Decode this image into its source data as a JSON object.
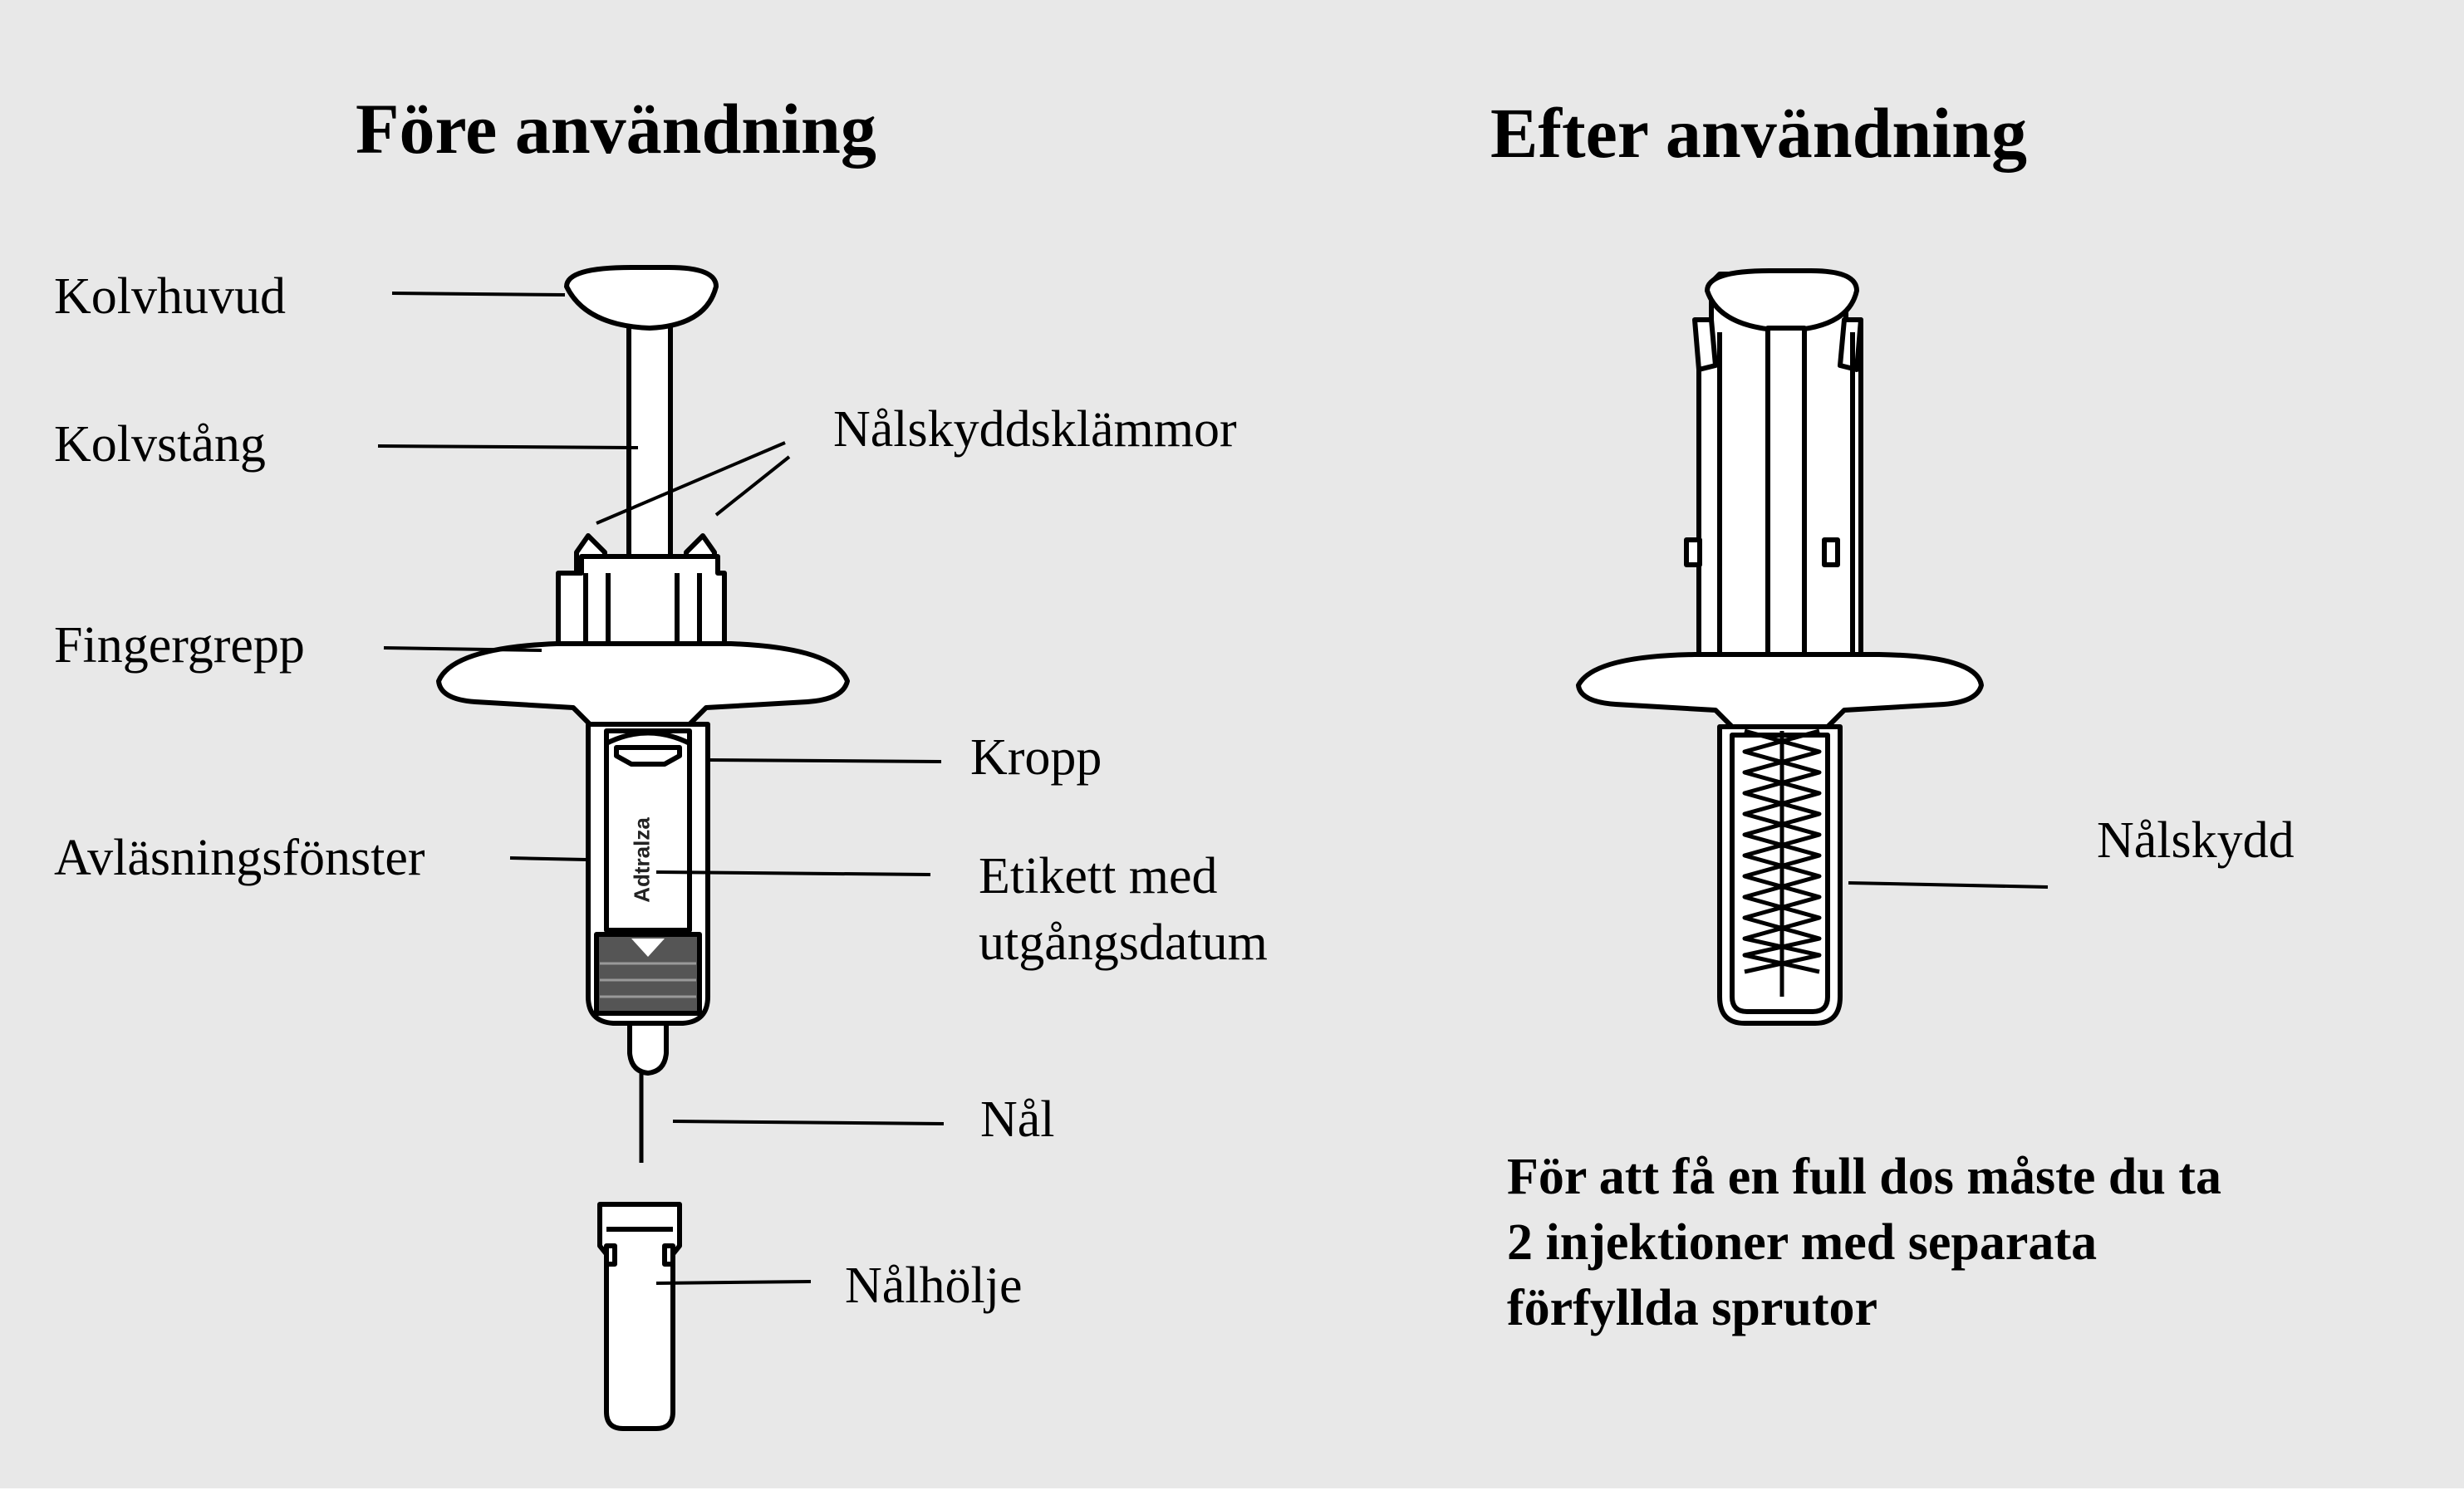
{
  "before": {
    "heading": "Före användning",
    "labels": {
      "plunger_head": "Kolvhuvud",
      "plunger_rod": "Kolvstång",
      "guard_clips": "Nålskyddsklämmor",
      "finger_grip": "Fingergrepp",
      "body": "Kropp",
      "viewing_window": "Avläsningsfönster",
      "label_line1": "Etikett med",
      "label_line2": "utgångsdatum",
      "needle": "Nål",
      "needle_cover": "Nålhölje"
    },
    "brand_text": "Adtralza"
  },
  "after": {
    "heading": "Efter användning",
    "labels": {
      "needle_guard": "Nålskydd"
    },
    "note": {
      "line1": "För att få en full dos måste du ta",
      "line2": "2 injektioner med separata",
      "line3": "förfyllda sprutor"
    }
  },
  "colors": {
    "background": "#e8e8e8",
    "ink": "#000000",
    "fill": "#ffffff",
    "window_band": "#555555"
  }
}
